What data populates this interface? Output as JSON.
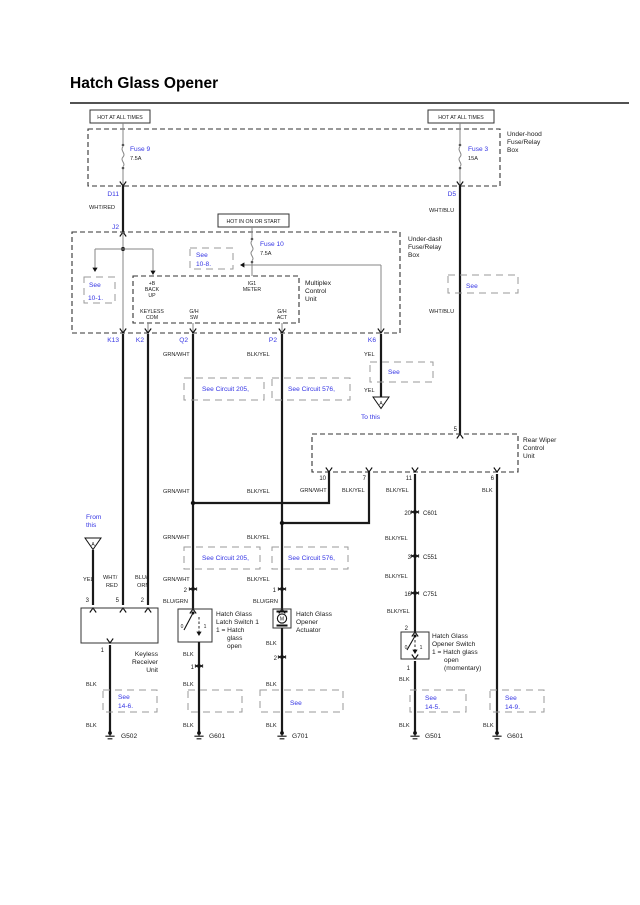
{
  "header": {
    "title": "Hatch Glass Opener"
  },
  "colors": {
    "link_blue": "#3434e4",
    "wire_black": "#1a1a1a",
    "inner_gray": "#858585",
    "ref_box_gray": "#9a9a9a"
  },
  "headers": {
    "hot_all": "HOT AT ALL TIMES",
    "hot_start": "HOT IN ON OR START"
  },
  "boxes": {
    "underhood": [
      "Under-hood",
      "Fuse/Relay",
      "Box"
    ],
    "underdash": [
      "Under-dash",
      "Fuse/Relay",
      "Box"
    ],
    "multiplex": [
      "Multiplex",
      "Control",
      "Unit"
    ],
    "rear_wiper": [
      "Rear Wiper",
      "Control",
      "Unit"
    ],
    "keyless": [
      "Keyless",
      "Receiver",
      "Unit"
    ]
  },
  "fuses": {
    "f9": {
      "name": "Fuse 9",
      "amps": "7.5A"
    },
    "f3": {
      "name": "Fuse 3",
      "amps": "15A"
    },
    "f10": {
      "name": "Fuse 10",
      "amps": "7.5A"
    }
  },
  "conn": {
    "d11": "D11",
    "d5": "D5",
    "j2": "J2",
    "k13": "K13",
    "k2": "K2",
    "q2": "Q2",
    "p2": "P2",
    "k6": "K6",
    "c601": "C601",
    "c551": "C551",
    "c751": "C751"
  },
  "pins": {
    "p0": "0",
    "p1": "1",
    "p2": "2",
    "p3": "3",
    "p5": "5",
    "p6": "6",
    "p7": "7",
    "p10": "10",
    "p11": "11",
    "p16": "16",
    "p20": "20"
  },
  "wires": {
    "wht_red": "WHT/RED",
    "wht_blu": "WHT/BLU",
    "grn_wht": "GRN/WHT",
    "blk_yel": "BLK/YEL",
    "yel": "YEL",
    "blu_grn": "BLU/GRN",
    "blk": "BLK",
    "wht_red2": [
      "WHT/",
      "RED"
    ],
    "blu_orn": [
      "BLU/",
      "ORN"
    ]
  },
  "mux_pins": {
    "backup": [
      "+B",
      "BACK",
      "UP"
    ],
    "ig1": [
      "IG1",
      "METER"
    ],
    "keyless_com": [
      "KEYLESS",
      "COM"
    ],
    "gh_sw": [
      "G/H",
      "SW"
    ],
    "gh_act": [
      "G/H",
      "ACT"
    ]
  },
  "refs": {
    "see": "See",
    "p10_1": "10-1.",
    "p10_8": "10-8.",
    "p14_6": "14-6.",
    "p14_5": "14-5.",
    "p14_9": "14-9.",
    "circuit205": "See Circuit 205,",
    "circuit576": "See Circuit 576,"
  },
  "arrows": {
    "from_this": [
      "From",
      "this"
    ],
    "to_this": "To this",
    "a": "A"
  },
  "comp": {
    "latch": [
      "Hatch Glass",
      "Latch Switch 1",
      "1 = Hatch",
      "glass",
      "open"
    ],
    "actuator": [
      "Hatch Glass",
      "Opener",
      "Actuator"
    ],
    "opener": [
      "Hatch Glass",
      "Opener Switch",
      "1 = Hatch glass",
      "open",
      "(momentary)"
    ],
    "m": "M"
  },
  "grounds": {
    "g502": "G502",
    "g601": "G601",
    "g701": "G701",
    "g501": "G501"
  }
}
